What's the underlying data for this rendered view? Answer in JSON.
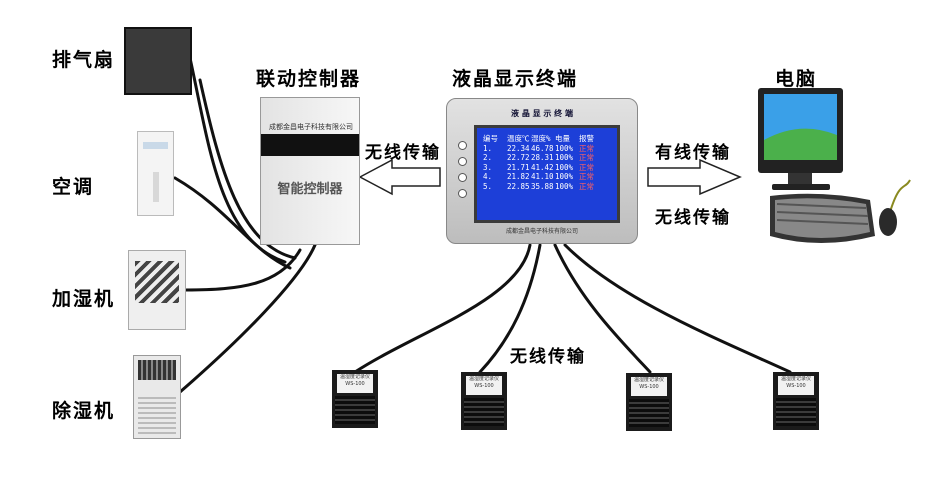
{
  "devices": {
    "fan_label": "排气扇",
    "ac_label": "空调",
    "humidifier_label": "加湿机",
    "dehumidifier_label": "除湿机"
  },
  "controller": {
    "title": "联动控制器",
    "small_text": "成都金昌电子科技有限公司",
    "name": "智能控制器"
  },
  "lcd": {
    "title": "液晶显示终端",
    "screen_title": "液 晶 显 示 终 端",
    "footer": "成都金昌电子科技有限公司",
    "table": {
      "headers": [
        "编号",
        "温度℃",
        "湿度%",
        "电量",
        "报警"
      ],
      "rows": [
        [
          "1.",
          "22.34",
          "46.78",
          "100%",
          "正常"
        ],
        [
          "2.",
          "22.72",
          "28.31",
          "100%",
          "正常"
        ],
        [
          "3.",
          "21.71",
          "41.42",
          "100%",
          "正常"
        ],
        [
          "4.",
          "21.82",
          "41.10",
          "100%",
          "正常"
        ],
        [
          "5.",
          "22.85",
          "35.88",
          "100%",
          "正常"
        ]
      ]
    }
  },
  "computer": {
    "label": "电脑"
  },
  "links": {
    "wireless_left": "无线传输",
    "wired_right": "有线传输",
    "wireless_right": "无线传输",
    "wireless_bottom": "无线传输"
  },
  "sensors": {
    "plate_line1": "温湿度记录仪",
    "plate_line2": "WS-100"
  },
  "colors": {
    "screen": "#1d3fd8",
    "alarm_text": "#ff6060",
    "wire": "#111111"
  }
}
